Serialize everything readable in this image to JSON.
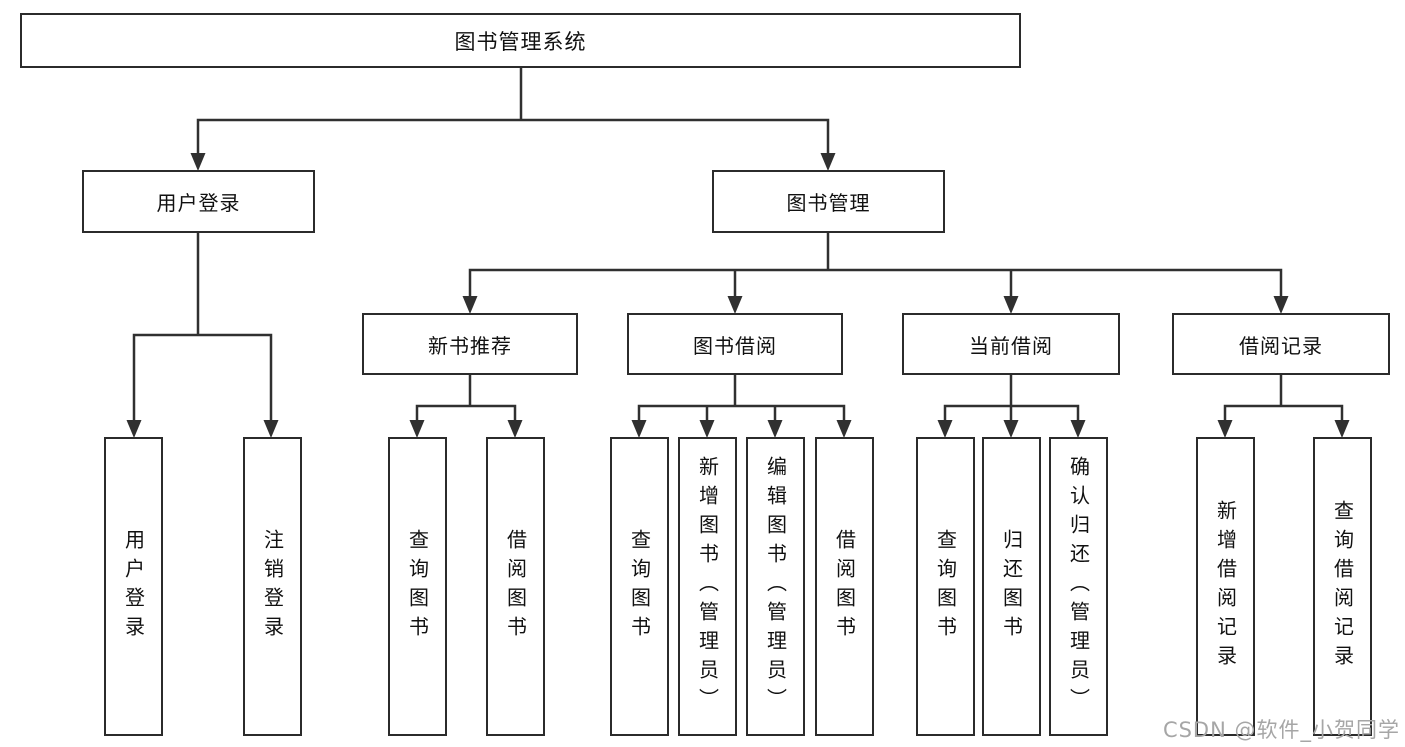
{
  "diagram": {
    "root": {
      "label": "图书管理系统"
    },
    "branches": [
      {
        "label": "用户登录",
        "leaves": [
          {
            "label": "用户登录"
          },
          {
            "label": "注销登录"
          }
        ]
      },
      {
        "label": "图书管理",
        "sections": [
          {
            "label": "新书推荐",
            "leaves": [
              {
                "label": "查询图书"
              },
              {
                "label": "借阅图书"
              }
            ]
          },
          {
            "label": "图书借阅",
            "leaves": [
              {
                "label": "查询图书"
              },
              {
                "label": "新增图书（管理员）"
              },
              {
                "label": "编辑图书（管理员）"
              },
              {
                "label": "借阅图书"
              }
            ]
          },
          {
            "label": "当前借阅",
            "leaves": [
              {
                "label": "查询图书"
              },
              {
                "label": "归还图书"
              },
              {
                "label": "确认归还（管理员）"
              }
            ]
          },
          {
            "label": "借阅记录",
            "leaves": [
              {
                "label": "新增借阅记录"
              },
              {
                "label": "查询借阅记录"
              }
            ]
          }
        ]
      }
    ]
  },
  "watermark": {
    "text": "CSDN @软件_小贺同学"
  },
  "colors": {
    "line": "#303030",
    "box_border": "#2b2b2b",
    "text": "#111111",
    "watermark": "#a6a6a6",
    "background": "#ffffff"
  }
}
